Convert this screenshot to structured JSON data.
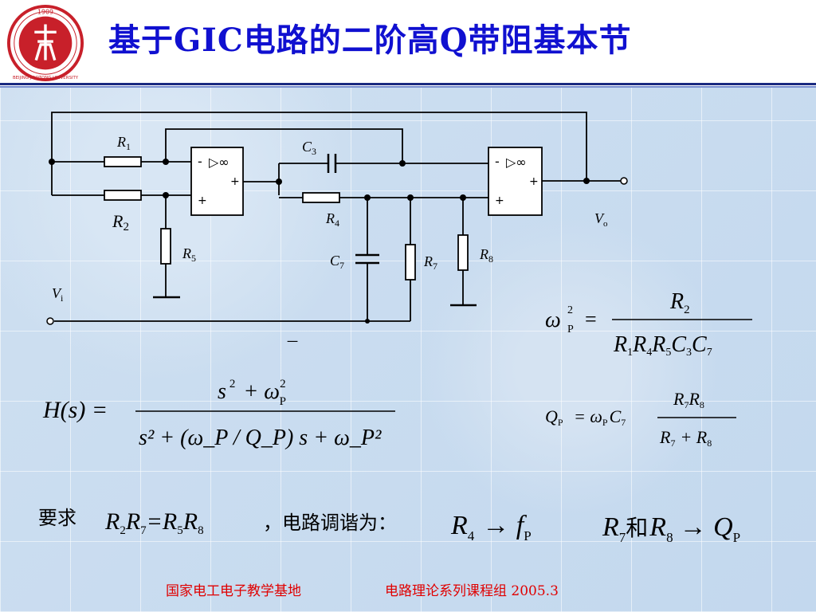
{
  "header": {
    "title": "基于GIC电路的二阶高Q带阻基本节",
    "logo": {
      "year": "1909",
      "university": "BEIJING JIAOTONG UNIVERSITY",
      "icon": "university-seal"
    }
  },
  "circuit": {
    "labels": {
      "R1": "R",
      "R1_sub": "1",
      "R2": "R",
      "R2_sub": "2",
      "R4": "R",
      "R4_sub": "4",
      "R5": "R",
      "R5_sub": "5",
      "R7": "R",
      "R7_sub": "7",
      "R8": "R",
      "R8_sub": "8",
      "C3": "C",
      "C3_sub": "3",
      "C7": "C",
      "C7_sub": "7",
      "Vi": "V",
      "Vi_sub": "i",
      "Vo": "V",
      "Vo_sub": "o",
      "opamp_sym": "▷∞",
      "minus": "-",
      "plus": "+",
      "dash_mark": "一"
    }
  },
  "equations": {
    "omega_p2": {
      "lhs": "ω",
      "lhs_sub": "P",
      "lhs_sup": "2",
      "eq": "=",
      "num": "R",
      "num_sub": "2",
      "den": [
        "R",
        "1",
        "R",
        "4",
        "R",
        "5",
        "C",
        "3",
        "C",
        "7"
      ]
    },
    "H": {
      "lhs": "H(s) =",
      "num": [
        "s",
        "2",
        "+ ω",
        "2",
        "P"
      ],
      "den_text": "s² + (ω_P / Q_P) s + ω_P²"
    },
    "Q_p": {
      "lhs": "Q",
      "lhs_sub": "P",
      "mid": "= ω",
      "mid_sub": "P",
      "c": "C",
      "c_sub": "7",
      "num": [
        "R",
        "7",
        "R",
        "8"
      ],
      "den": [
        "R",
        "7",
        "+ R",
        "8"
      ]
    }
  },
  "requirement": {
    "prefix": "要求",
    "condition": [
      "R",
      "2",
      "R",
      "7",
      "=R",
      "5",
      "R",
      "8"
    ],
    "middle": "，电路调谐为：",
    "tune1": [
      "R",
      "4",
      "→ f",
      "P"
    ],
    "tune2_a": [
      "R",
      "7"
    ],
    "tune2_and": "和",
    "tune2_b": [
      "R",
      "8",
      "→ Q",
      "P"
    ]
  },
  "footer": {
    "left": "国家电工电子教学基地",
    "right": "电路理论系列课程组 2005.3"
  },
  "colors": {
    "title": "#1010d0",
    "footer": "#e00000",
    "header_rule_dark": "#1a2a80",
    "header_rule_light": "#7a8fd0"
  }
}
